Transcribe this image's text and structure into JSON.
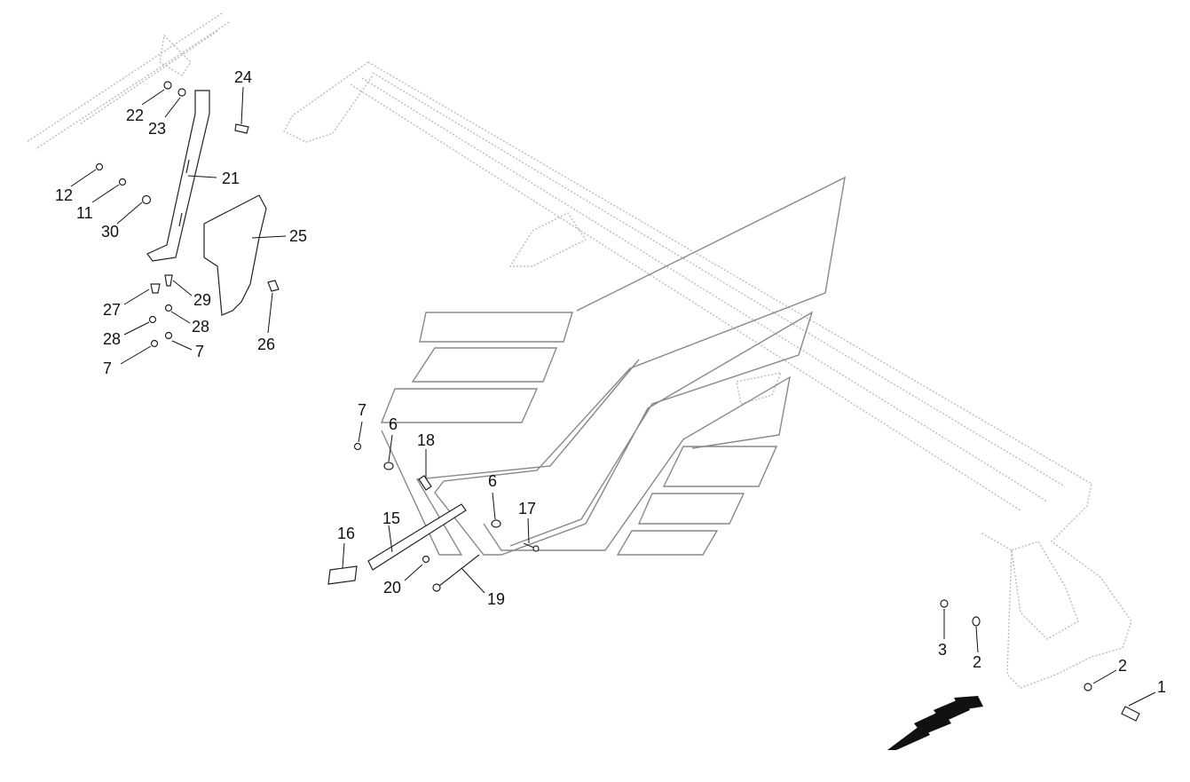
{
  "diagram": {
    "labels": {
      "n1": "1",
      "n2a": "2",
      "n2b": "2",
      "n3": "3",
      "n6a": "6",
      "n6b": "6",
      "n7a": "7",
      "n7b": "7",
      "n7c": "7",
      "n11": "11",
      "n12": "12",
      "n15": "15",
      "n16": "16",
      "n17": "17",
      "n18": "18",
      "n19": "19",
      "n20": "20",
      "n21": "21",
      "n22": "22",
      "n23": "23",
      "n24": "24",
      "n25": "25",
      "n26": "26",
      "n27": "27",
      "n28a": "28",
      "n28b": "28",
      "n29": "29",
      "n30": "30"
    },
    "colors": {
      "line": "#222222",
      "frame": "#bbbbbb",
      "panel": "#888888",
      "arrow": "#111111"
    }
  }
}
